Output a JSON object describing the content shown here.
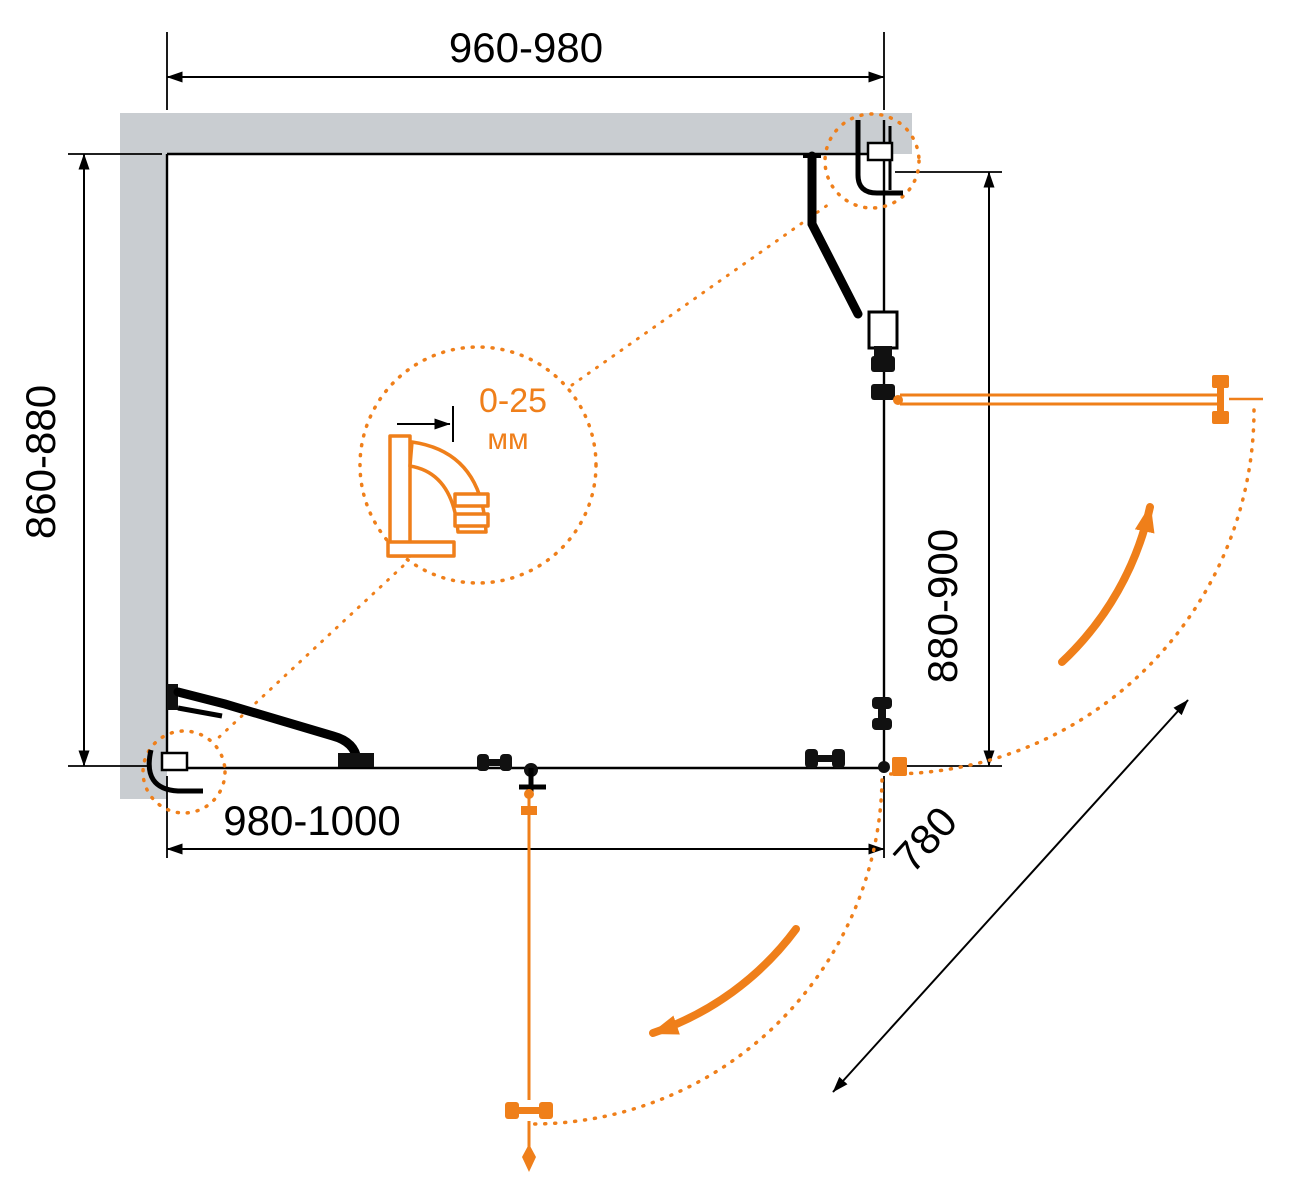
{
  "dimensions": {
    "top": "960-980",
    "left": "860-880",
    "bottom": "980-1000",
    "right": "880-900",
    "diagonal": "780"
  },
  "detail": {
    "value": "0-25",
    "unit": "мм"
  },
  "colors": {
    "accent": "#EF7F1A",
    "wall_fill": "#C9CDD1",
    "line": "#000000"
  }
}
